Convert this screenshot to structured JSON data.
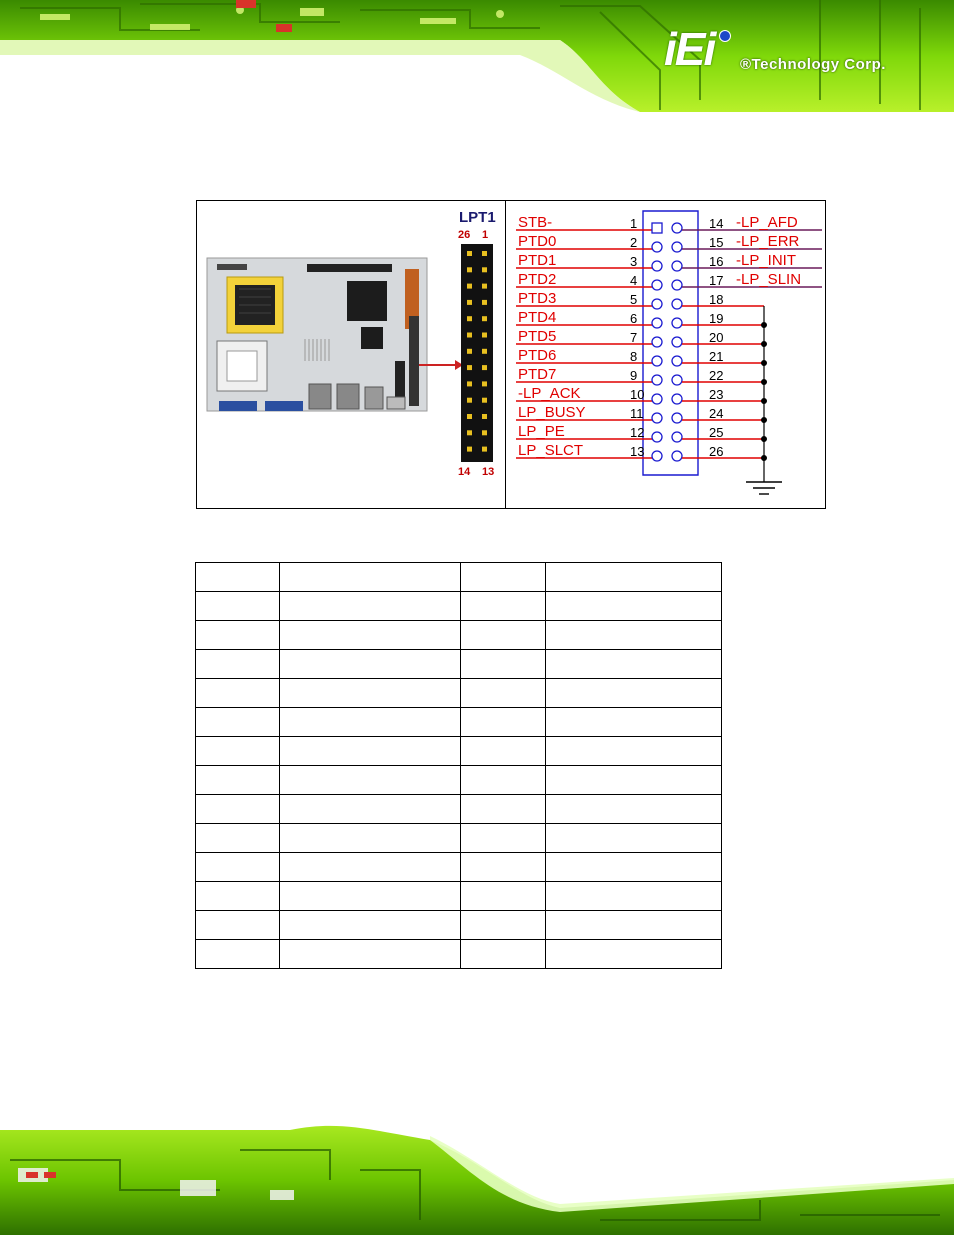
{
  "header": {
    "logo_mark": "iEi",
    "logo_text": "®Technology Corp."
  },
  "diagram": {
    "connector_label": "LPT1",
    "top_pins": [
      "26",
      "1"
    ],
    "bottom_pins": [
      "14",
      "13"
    ],
    "left_signals": [
      {
        "name": "STB-",
        "pin": "1"
      },
      {
        "name": "PTD0",
        "pin": "2"
      },
      {
        "name": "PTD1",
        "pin": "3"
      },
      {
        "name": "PTD2",
        "pin": "4"
      },
      {
        "name": "PTD3",
        "pin": "5"
      },
      {
        "name": "PTD4",
        "pin": "6"
      },
      {
        "name": "PTD5",
        "pin": "7"
      },
      {
        "name": "PTD6",
        "pin": "8"
      },
      {
        "name": "PTD7",
        "pin": "9"
      },
      {
        "name": "-LP_ACK",
        "pin": "10"
      },
      {
        "name": "LP_BUSY",
        "pin": "11"
      },
      {
        "name": "LP_PE",
        "pin": "12"
      },
      {
        "name": "LP_SLCT",
        "pin": "13"
      }
    ],
    "right_signals": [
      {
        "pin": "14",
        "name": "-LP_AFD"
      },
      {
        "pin": "15",
        "name": "-LP_ERR"
      },
      {
        "pin": "16",
        "name": "-LP_INIT"
      },
      {
        "pin": "17",
        "name": "-LP_SLIN"
      },
      {
        "pin": "18",
        "name": ""
      },
      {
        "pin": "19",
        "name": ""
      },
      {
        "pin": "20",
        "name": ""
      },
      {
        "pin": "21",
        "name": ""
      },
      {
        "pin": "22",
        "name": ""
      },
      {
        "pin": "23",
        "name": ""
      },
      {
        "pin": "24",
        "name": ""
      },
      {
        "pin": "25",
        "name": ""
      },
      {
        "pin": "26",
        "name": ""
      }
    ],
    "colors": {
      "signal_red": "#e00000",
      "connector_blue": "#1a1ad0",
      "label_navy": "#1a1a6e",
      "pin_label_red": "#c00000",
      "wire_purple": "#6a1a5a"
    }
  },
  "table": {
    "rows": [
      [
        "",
        "",
        "",
        ""
      ],
      [
        "",
        "",
        "",
        ""
      ],
      [
        "",
        "",
        "",
        ""
      ],
      [
        "",
        "",
        "",
        ""
      ],
      [
        "",
        "",
        "",
        ""
      ],
      [
        "",
        "",
        "",
        ""
      ],
      [
        "",
        "",
        "",
        ""
      ],
      [
        "",
        "",
        "",
        ""
      ],
      [
        "",
        "",
        "",
        ""
      ],
      [
        "",
        "",
        "",
        ""
      ],
      [
        "",
        "",
        "",
        ""
      ],
      [
        "",
        "",
        "",
        ""
      ],
      [
        "",
        "",
        "",
        ""
      ],
      [
        "",
        "",
        "",
        ""
      ]
    ]
  }
}
